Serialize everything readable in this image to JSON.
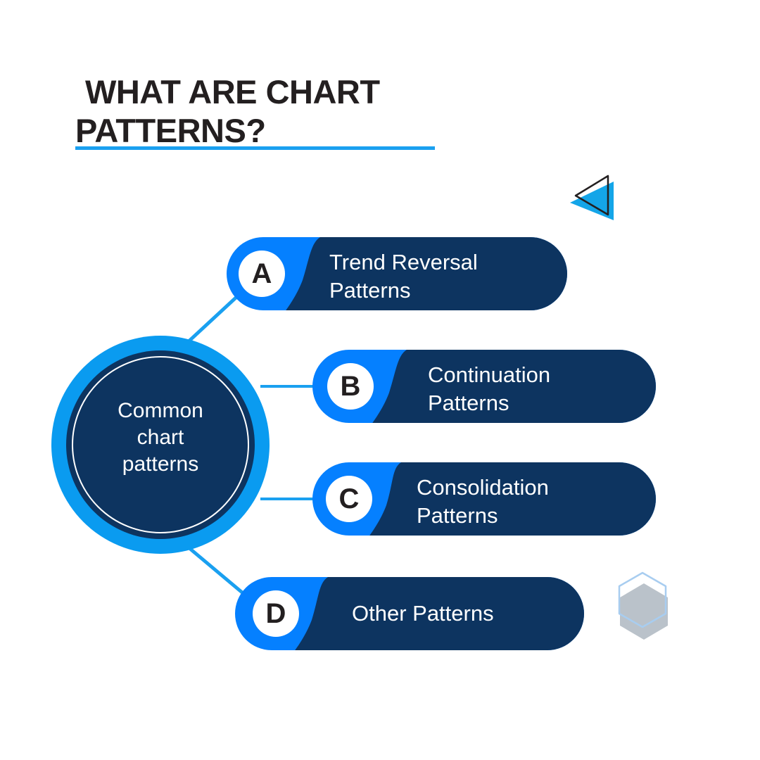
{
  "header": {
    "title": "WHAT ARE CHART\nPATTERNS?",
    "rule_color": "#1aa0f0"
  },
  "hub": {
    "label": "Common\nchart\npatterns",
    "ring_color": "#0a9bf0",
    "fill_color": "#0d3460",
    "inner_ring_color": "#ffffff"
  },
  "theme": {
    "navy": "#0d3460",
    "bright_blue": "#0580ff",
    "cyan": "#1aa0f0",
    "badge_bg": "#ffffff",
    "badge_text": "#231f20",
    "background": "#ffffff"
  },
  "branches": [
    {
      "key": "A",
      "badge": "A",
      "label": "Trend Reversal\nPatterns",
      "lines": 2
    },
    {
      "key": "B",
      "badge": "B",
      "label": "Continuation\nPatterns",
      "lines": 2
    },
    {
      "key": "C",
      "badge": "C",
      "label": "Consolidation\nPatterns",
      "lines": 2
    },
    {
      "key": "D",
      "badge": "D",
      "label": "Other Patterns",
      "lines": 1
    }
  ],
  "decorations": {
    "triangle": {
      "name": "triangle-marker",
      "outline_color": "#231f20",
      "fill_color": "#14a5e8"
    },
    "hexagon": {
      "name": "hexagon-marker",
      "outline_color": "#a8cdf0",
      "fill_color": "#b6bfc7"
    }
  },
  "chart_data": {
    "type": "diagram",
    "title": "WHAT ARE CHART PATTERNS?",
    "center": "Common chart patterns",
    "categories": [
      "A",
      "B",
      "C",
      "D"
    ],
    "labels": [
      "Trend Reversal Patterns",
      "Continuation Patterns",
      "Consolidation Patterns",
      "Other Patterns"
    ],
    "node_count": 4,
    "layout": "hub-and-spoke",
    "legend": "none",
    "grid": false
  }
}
